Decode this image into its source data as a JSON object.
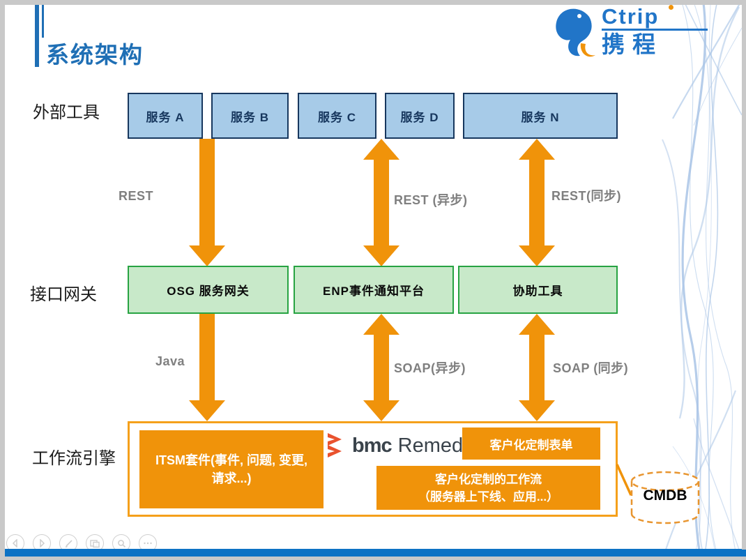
{
  "slide": {
    "title": "系统架构",
    "logo": {
      "brand_en": "Ctrip",
      "brand_cn": "携程"
    },
    "rows": {
      "external_tools_label": "外部工具",
      "gateway_label": "接口网关",
      "workflow_label": "工作流引擎"
    },
    "services": [
      {
        "label": "服务 A"
      },
      {
        "label": "服务 B"
      },
      {
        "label": "服务 C"
      },
      {
        "label": "服务 D"
      },
      {
        "label": "服务 N"
      }
    ],
    "gateways": [
      {
        "label": "OSG 服务网关"
      },
      {
        "label": "ENP事件通知平台"
      },
      {
        "label": "协助工具"
      }
    ],
    "top_connections": [
      {
        "label": "REST",
        "direction": "down"
      },
      {
        "label": "REST (异步)",
        "direction": "both"
      },
      {
        "label": "REST(同步)",
        "direction": "both"
      }
    ],
    "mid_connections": [
      {
        "label": "Java",
        "direction": "down"
      },
      {
        "label": "SOAP(异步)",
        "direction": "both"
      },
      {
        "label": "SOAP (同步)",
        "direction": "both"
      }
    ],
    "workflow_engine": {
      "itsm_box": "ITSM套件(事件, 问题, 变更,\n请求...)",
      "bmc_bold": "bmc",
      "bmc_regular": "Remedy",
      "custom_form_box": "客户化定制表单",
      "custom_workflow_box": "客户化定制的工作流\n（服务器上下线、应用...）"
    },
    "cmdb_label": "CMDB"
  },
  "toolbar": {
    "buttons": [
      {
        "icon": "previous-slide-icon"
      },
      {
        "icon": "next-slide-icon"
      },
      {
        "icon": "pen-annotate-icon"
      },
      {
        "icon": "slides-overview-icon"
      },
      {
        "icon": "zoom-icon"
      },
      {
        "icon": "more-options-icon"
      }
    ]
  },
  "colors": {
    "accent_orange": "#F0930A",
    "title_blue": "#1F6FB5",
    "service_fill": "#A7CBE8",
    "service_border": "#17375E",
    "gateway_fill": "#C8E9C9",
    "gateway_border": "#27A342",
    "connection_label_gray": "#7F7F7F",
    "workflow_border_orange": "#F5A01B",
    "bottom_bar_blue": "#0D72C4"
  }
}
